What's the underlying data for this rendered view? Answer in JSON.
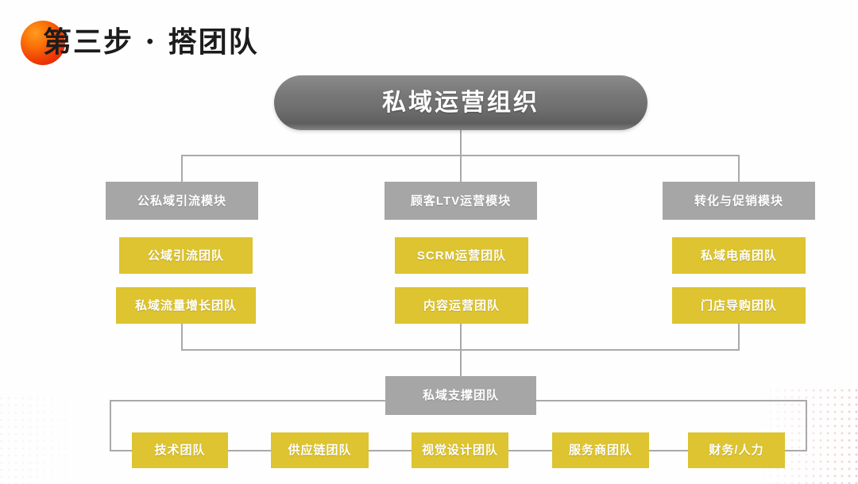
{
  "slide": {
    "title": "第三步 · 搭团队",
    "badge_icon": "sun-circle-icon",
    "background_color": "#ffffff",
    "accent_yellow": "#ddc430",
    "accent_gray": "#a6a6a6",
    "connector_color": "#a9a9a9"
  },
  "root": {
    "label": "私域运营组织"
  },
  "modules": [
    {
      "header": "公私域引流模块",
      "teams": [
        "公域引流团队",
        "私域流量增长团队"
      ]
    },
    {
      "header": "顾客LTV运营模块",
      "teams": [
        "SCRM运营团队",
        "内容运营团队"
      ]
    },
    {
      "header": "转化与促销模块",
      "teams": [
        "私域电商团队",
        "门店导购团队"
      ]
    }
  ],
  "support": {
    "header": "私域支撑团队",
    "teams": [
      "技术团队",
      "供应链团队",
      "视觉设计团队",
      "服务商团队",
      "财务/人力"
    ]
  }
}
